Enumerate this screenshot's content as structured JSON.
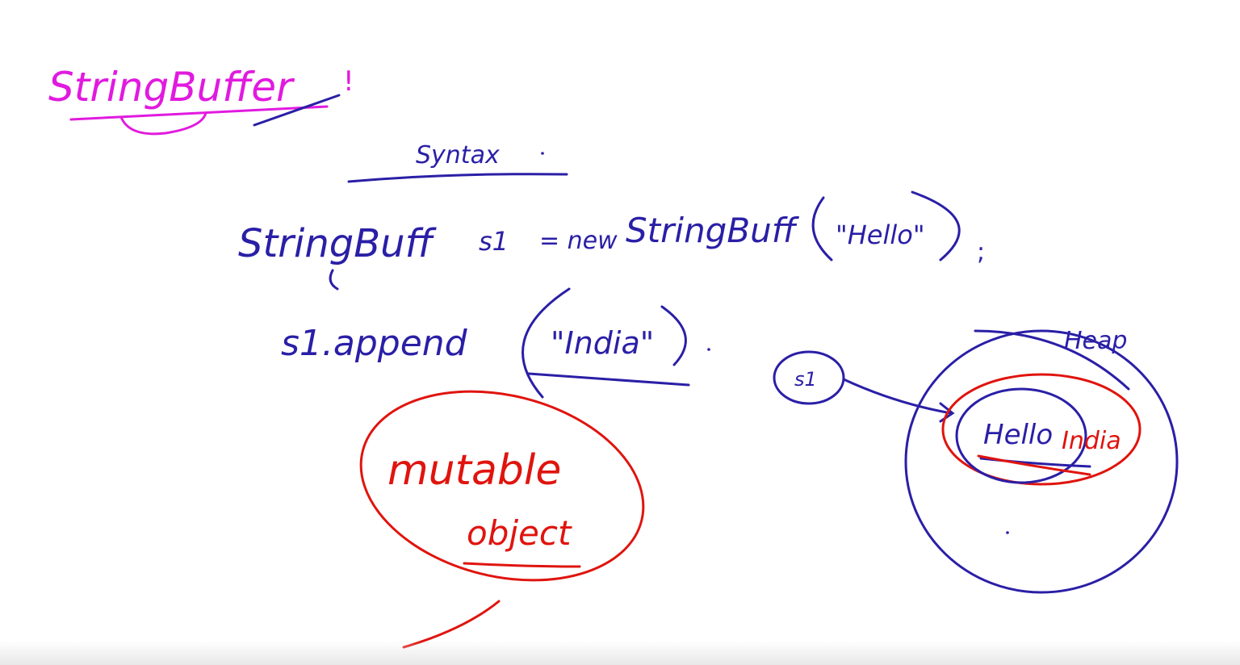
{
  "heading": {
    "text": "StringBuffer",
    "mark": "!"
  },
  "syntax_label": "Syntax",
  "code": {
    "declaration_type": "StringBuff",
    "declaration_var": "s1",
    "assign": "= new",
    "constructor": "StringBuff",
    "argument": "\"Hello\"",
    "terminator": ";",
    "append_call": "s1.append",
    "append_argument": "\"India\""
  },
  "callout": {
    "line1": "mutable",
    "line2": "object"
  },
  "memory": {
    "heap_label": "Heap",
    "reference": "s1",
    "value_part1": "Hello",
    "value_part2": "India"
  },
  "colors": {
    "magenta": "#e11adf",
    "blue": "#2a1fa6",
    "red": "#e0140e",
    "background": "#ffffff"
  }
}
